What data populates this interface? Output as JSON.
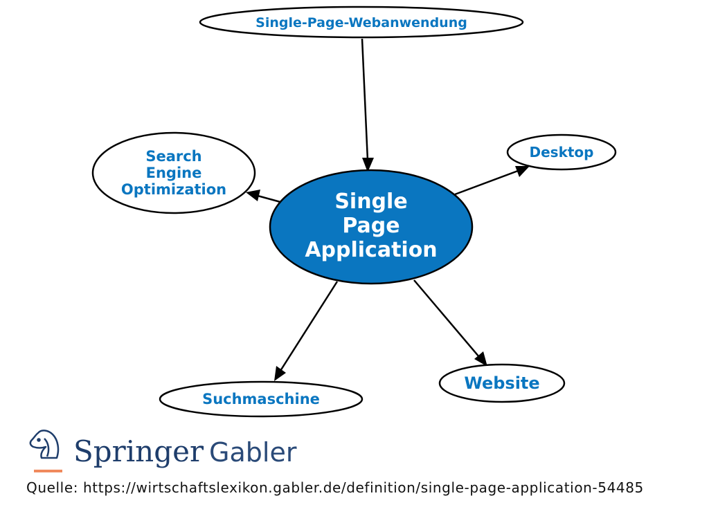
{
  "diagram": {
    "center": "Single Page Application",
    "center_lines": [
      "Single",
      "Page",
      "Application"
    ],
    "nodes": {
      "top": "Single-Page-Webanwendung",
      "seo_lines": [
        "Search",
        "Engine",
        "Optimization"
      ],
      "desktop": "Desktop",
      "suchmaschine": "Suchmaschine",
      "website": "Website"
    },
    "colors": {
      "accent": "#0a76c0",
      "center_fill": "#0a76c0"
    }
  },
  "logo": {
    "brand": "Springer",
    "sub": "Gabler"
  },
  "source": "Quelle: https://wirtschaftslexikon.gabler.de/definition/single-page-application-54485"
}
